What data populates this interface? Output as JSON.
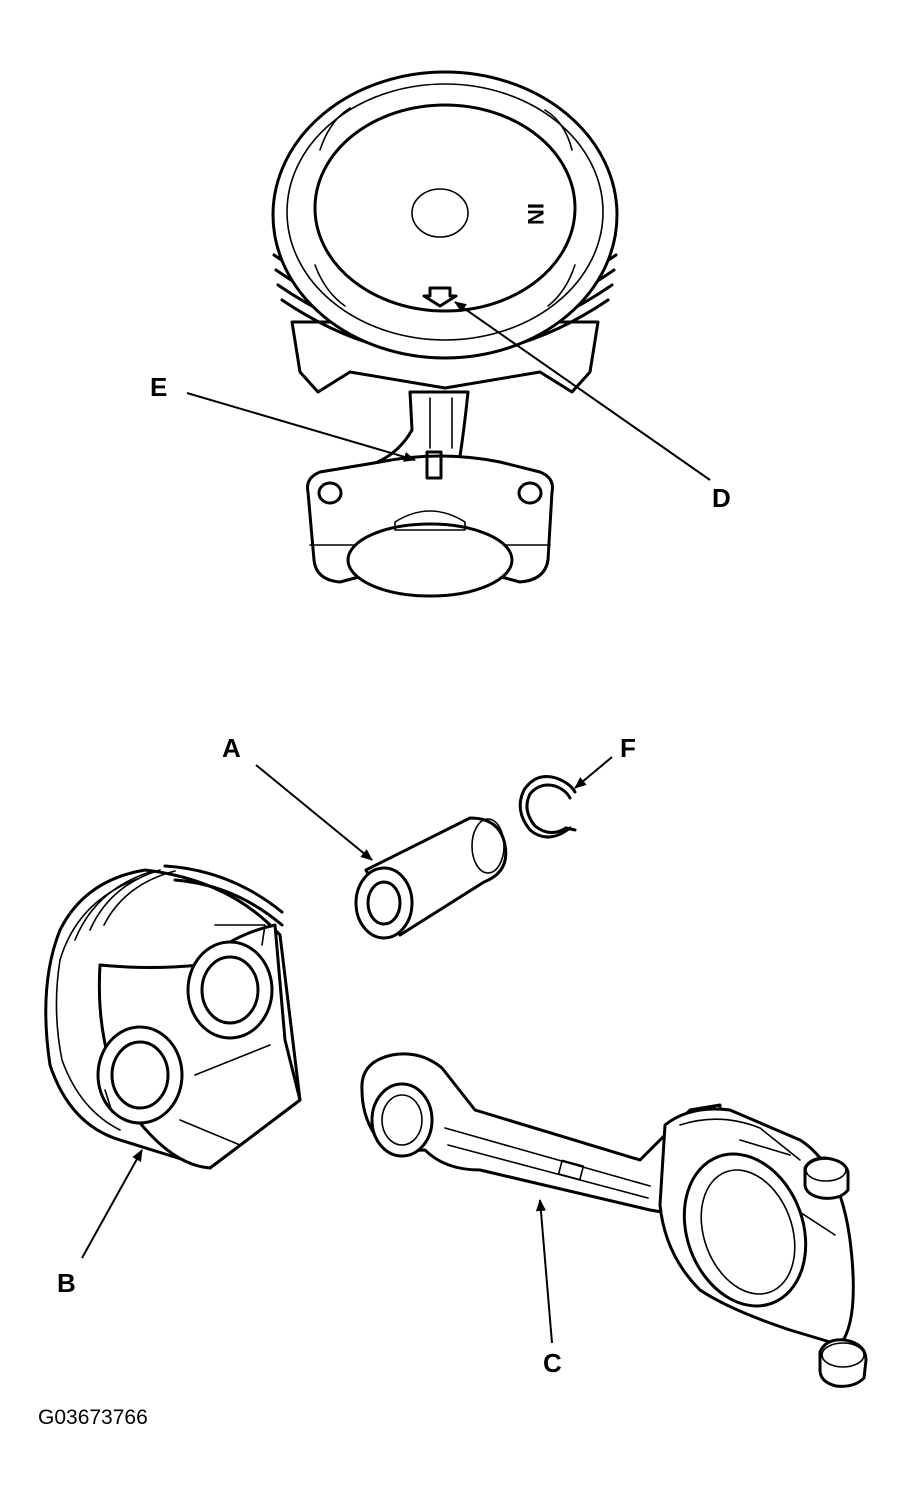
{
  "labels": {
    "a": "A",
    "b": "B",
    "c": "C",
    "d": "D",
    "e": "E",
    "f": "F"
  },
  "piston_crown_mark": "IN",
  "figure_code": "G03673766",
  "colors": {
    "ink": "#000000",
    "paper": "#ffffff"
  }
}
